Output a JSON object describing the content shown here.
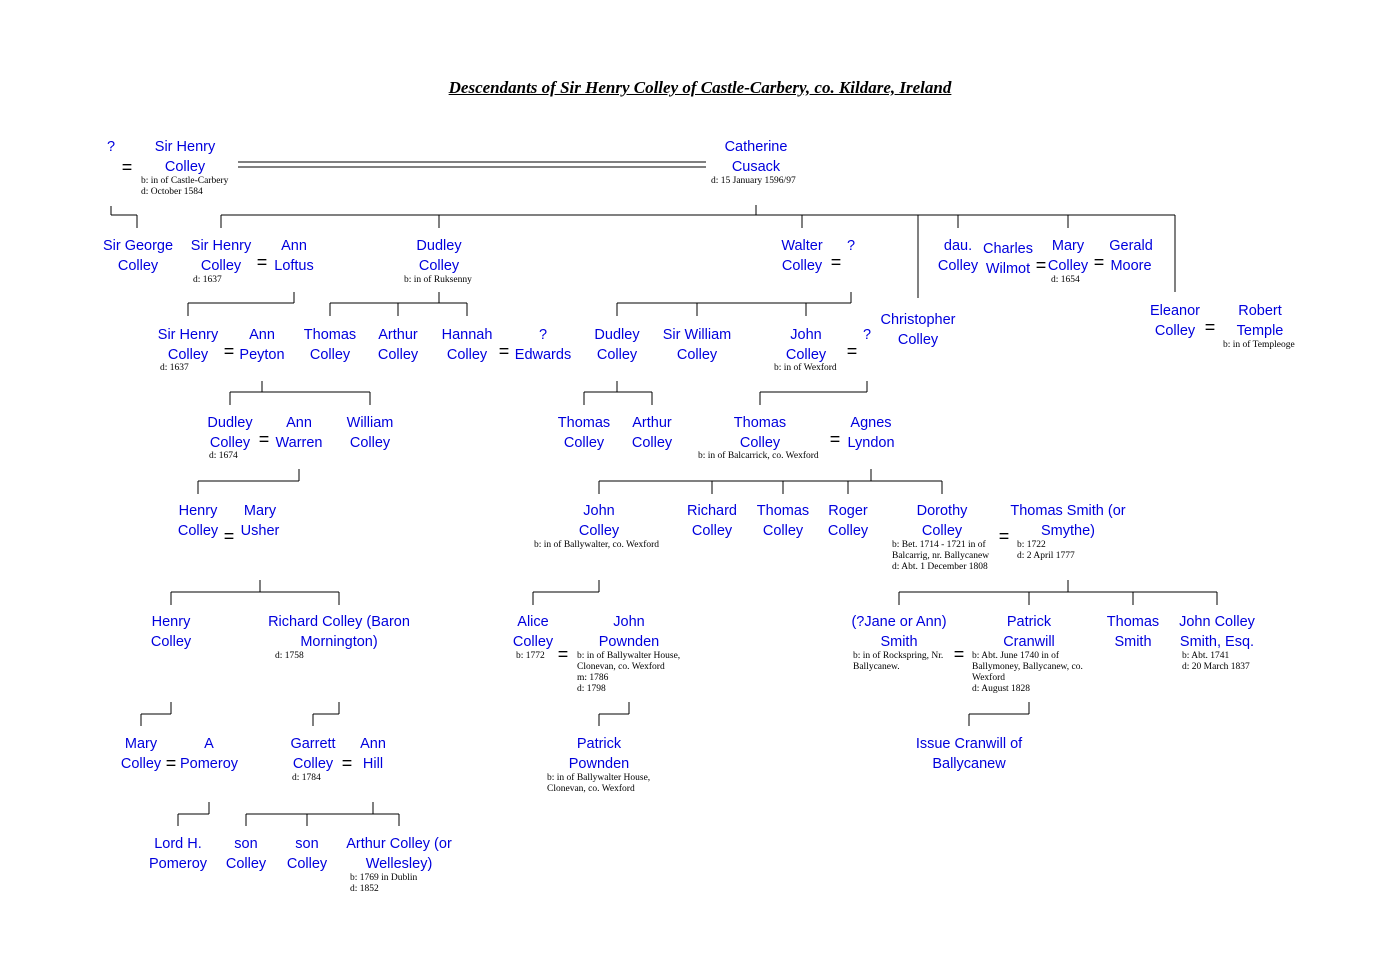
{
  "title": "Descendants of Sir Henry Colley of Castle-Carbery, co. Kildare, Ireland",
  "marriage_symbol": "=",
  "people": {
    "unknown_wife": [
      "?"
    ],
    "sir_henry_sr": [
      "Sir Henry",
      "Colley"
    ],
    "catherine": [
      "Catherine",
      "Cusack"
    ],
    "sir_george": [
      "Sir George",
      "Colley"
    ],
    "sir_henry_1637": [
      "Sir Henry",
      "Colley"
    ],
    "ann_loftus": [
      "Ann",
      "Loftus"
    ],
    "dudley_ruksenny": [
      "Dudley",
      "Colley"
    ],
    "walter": [
      "Walter",
      "Colley"
    ],
    "walter_wife": [
      "?"
    ],
    "dau_colley": [
      "dau.",
      "Colley"
    ],
    "charles_wilmot": [
      "Charles",
      "Wilmot"
    ],
    "mary_colley_1654": [
      "Mary",
      "Colley"
    ],
    "gerald_moore": [
      "Gerald",
      "Moore"
    ],
    "christopher": [
      "Christopher",
      "Colley"
    ],
    "eleanor": [
      "Eleanor",
      "Colley"
    ],
    "robert_temple": [
      "Robert",
      "Temple"
    ],
    "sir_henry_g2": [
      "Sir Henry",
      "Colley"
    ],
    "ann_peyton": [
      "Ann",
      "Peyton"
    ],
    "thomas_g2": [
      "Thomas",
      "Colley"
    ],
    "arthur_g2": [
      "Arthur",
      "Colley"
    ],
    "hannah": [
      "Hannah",
      "Colley"
    ],
    "edwards": [
      "?",
      "Edwards"
    ],
    "dudley_g2": [
      "Dudley",
      "Colley"
    ],
    "sir_william": [
      "Sir William",
      "Colley"
    ],
    "john_wexford": [
      "John",
      "Colley"
    ],
    "john_wife": [
      "?"
    ],
    "dudley_1674": [
      "Dudley",
      "Colley"
    ],
    "ann_warren": [
      "Ann",
      "Warren"
    ],
    "william": [
      "William",
      "Colley"
    ],
    "thomas_g3": [
      "Thomas",
      "Colley"
    ],
    "arthur_g3": [
      "Arthur",
      "Colley"
    ],
    "thomas_balcarrick": [
      "Thomas",
      "Colley"
    ],
    "agnes": [
      "Agnes",
      "Lyndon"
    ],
    "henry_g4": [
      "Henry",
      "Colley"
    ],
    "mary_usher": [
      "Mary",
      "Usher"
    ],
    "john_ballywalter": [
      "John",
      "Colley"
    ],
    "richard_g4": [
      "Richard",
      "Colley"
    ],
    "thomas_g4": [
      "Thomas",
      "Colley"
    ],
    "roger": [
      "Roger",
      "Colley"
    ],
    "dorothy": [
      "Dorothy",
      "Colley"
    ],
    "thomas_smith": [
      "Thomas Smith (or",
      "Smythe)"
    ],
    "henry_g5": [
      "Henry",
      "Colley"
    ],
    "richard_baron": [
      "Richard Colley (Baron",
      "Mornington)"
    ],
    "alice": [
      "Alice",
      "Colley"
    ],
    "john_pownden": [
      "John",
      "Pownden"
    ],
    "jane_smith": [
      "(?Jane or Ann)",
      "Smith"
    ],
    "patrick_cranwill": [
      "Patrick",
      "Cranwill"
    ],
    "thomas_smith_jr": [
      "Thomas",
      "Smith"
    ],
    "john_colley_smith": [
      "John Colley",
      "Smith, Esq."
    ],
    "mary_g6": [
      "Mary",
      "Colley"
    ],
    "a_pomeroy": [
      "A",
      "Pomeroy"
    ],
    "garrett": [
      "Garrett",
      "Colley"
    ],
    "ann_hill": [
      "Ann",
      "Hill"
    ],
    "patrick_pownden": [
      "Patrick",
      "Pownden"
    ],
    "issue_cranwill": [
      "Issue Cranwill of",
      "Ballycanew"
    ],
    "lord_pomeroy": [
      "Lord H.",
      "Pomeroy"
    ],
    "son1": [
      "son",
      "Colley"
    ],
    "son2": [
      "son",
      "Colley"
    ],
    "arthur_wellesley": [
      "Arthur Colley (or",
      "Wellesley)"
    ]
  },
  "details": {
    "sir_henry_sr": [
      "b: in of Castle-Carbery",
      "d: October 1584"
    ],
    "catherine": [
      "d: 15 January 1596/97"
    ],
    "sir_henry_1637": [
      "d: 1637"
    ],
    "dudley_ruksenny": [
      "b: in of Ruksenny"
    ],
    "mary_colley_1654": [
      "d: 1654"
    ],
    "robert_temple": [
      "b: in of Templeoge"
    ],
    "sir_henry_g2": [
      "d: 1637"
    ],
    "john_wexford": [
      "b: in of Wexford"
    ],
    "dudley_1674": [
      "d: 1674"
    ],
    "thomas_balcarrick": [
      "b: in of Balcarrick, co. Wexford"
    ],
    "john_ballywalter": [
      "b: in of Ballywalter, co. Wexford"
    ],
    "dorothy": [
      "b: Bet. 1714 - 1721 in of",
      "Balcarrig, nr. Ballycanew",
      "d: Abt. 1 December 1808"
    ],
    "thomas_smith": [
      "b: 1722",
      "d: 2 April 1777"
    ],
    "richard_baron": [
      "d: 1758"
    ],
    "alice": [
      "b: 1772"
    ],
    "john_pownden": [
      "b: in of Ballywalter House,",
      "Clonevan, co. Wexford",
      "m: 1786",
      "d: 1798"
    ],
    "jane_smith": [
      "b: in of Rockspring, Nr.",
      "Ballycanew."
    ],
    "patrick_cranwill": [
      "b: Abt. June 1740 in of",
      "Ballymoney, Ballycanew, co.",
      "Wexford",
      "d: August 1828"
    ],
    "john_colley_smith": [
      "b: Abt. 1741",
      "d: 20 March 1837"
    ],
    "garrett": [
      "d: 1784"
    ],
    "patrick_pownden": [
      "b: in of Ballywalter House,",
      "Clonevan, co. Wexford"
    ],
    "arthur_wellesley": [
      "b: 1769 in Dublin",
      "d: 1852"
    ]
  }
}
